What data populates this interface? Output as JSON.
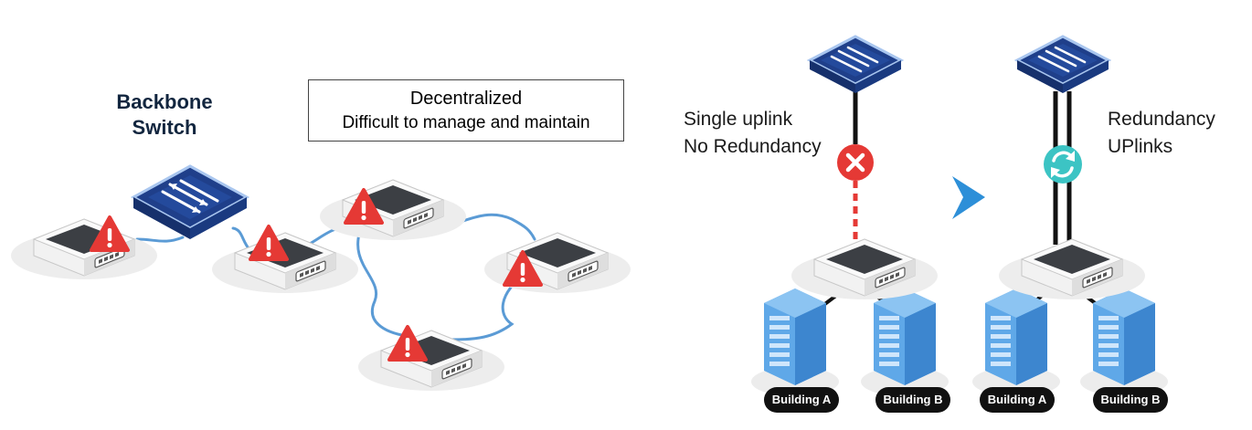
{
  "left_panel": {
    "backbone_label": "Backbone\nSwitch",
    "note_title": "Decentralized",
    "note_text": "Difficult to manage and maintain"
  },
  "right_panel": {
    "single": {
      "label_line1": "Single uplink",
      "label_line2": "No Redundancy",
      "buildings": [
        "Building A",
        "Building B"
      ]
    },
    "redundant": {
      "label_line1": "Redundancy",
      "label_line2": "UPlinks",
      "buildings": [
        "Building A",
        "Building B"
      ]
    }
  },
  "colors": {
    "link_blue": "#5b9bd5",
    "warning_red": "#e53935",
    "error_red": "#e53935",
    "ok_teal": "#3cc4c4",
    "arrow_blue": "#2d8fd8",
    "switch_navy": "#1f3f8a",
    "building_blue": "#5fa8e8"
  }
}
